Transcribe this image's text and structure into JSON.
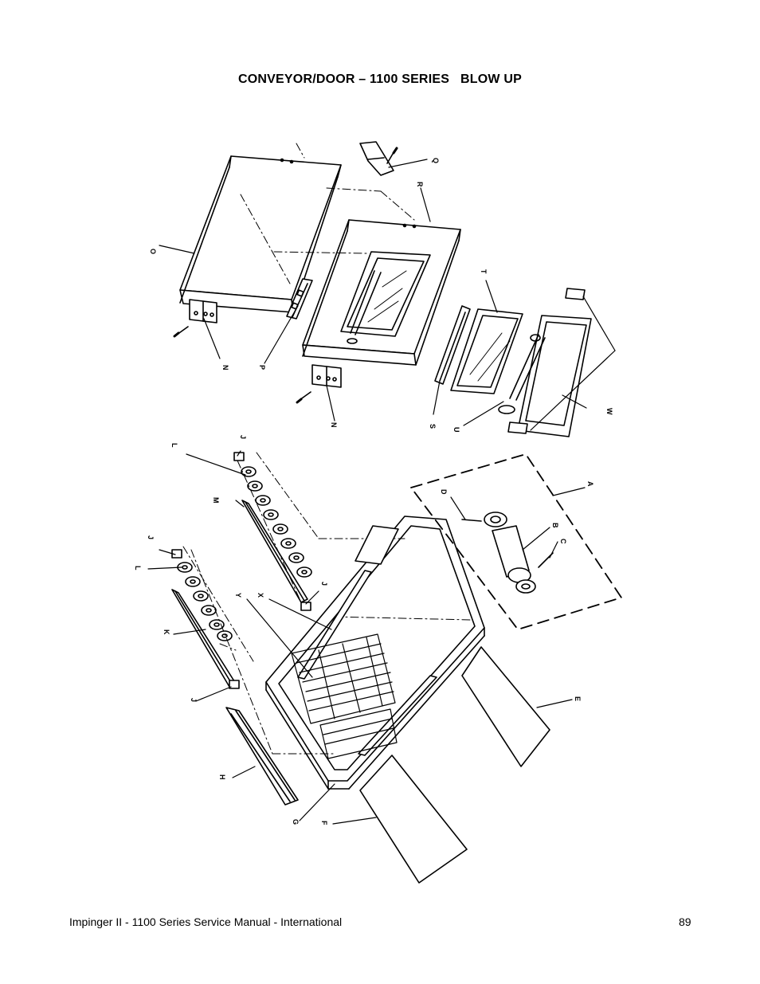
{
  "header": {
    "title": "CONVEYOR/DOOR – 1100 SERIES   BLOW UP"
  },
  "diagram": {
    "callouts": {
      "A": "A",
      "B": "B",
      "C": "C",
      "D": "D",
      "E": "E",
      "F": "F",
      "G": "G",
      "H": "H",
      "J": "J",
      "K": "K",
      "L": "L",
      "M": "M",
      "N": "N",
      "O": "O",
      "P": "P",
      "Q": "Q",
      "R": "R",
      "S": "S",
      "T": "T",
      "U": "U",
      "W": "W",
      "X": "X",
      "Y": "Y"
    }
  },
  "footer": {
    "manual": "Impinger II - 1100 Series Service Manual - International",
    "page_number": "89"
  }
}
